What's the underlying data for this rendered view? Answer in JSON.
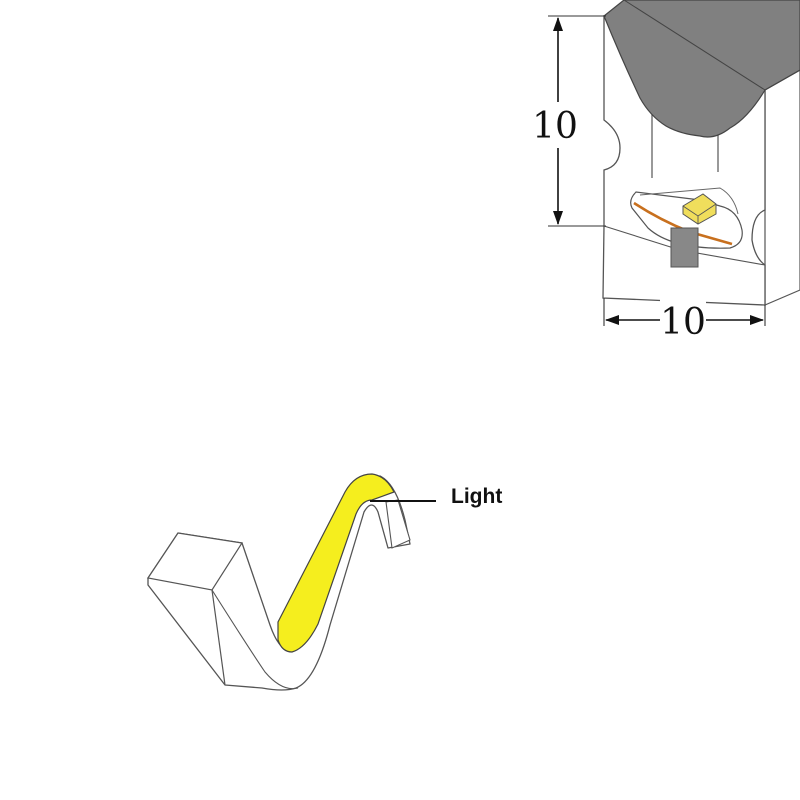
{
  "profile_section": {
    "height_dimension": "10",
    "width_dimension": "10"
  },
  "bend_illustration": {
    "callout_label": "Light"
  },
  "colors": {
    "profile_top": "#808080",
    "housing_outline": "#555555",
    "led_chip": "#f0de5c",
    "copper_strip": "#c8701e",
    "light_band": "#f5ee1e",
    "connector_block": "#888888"
  }
}
